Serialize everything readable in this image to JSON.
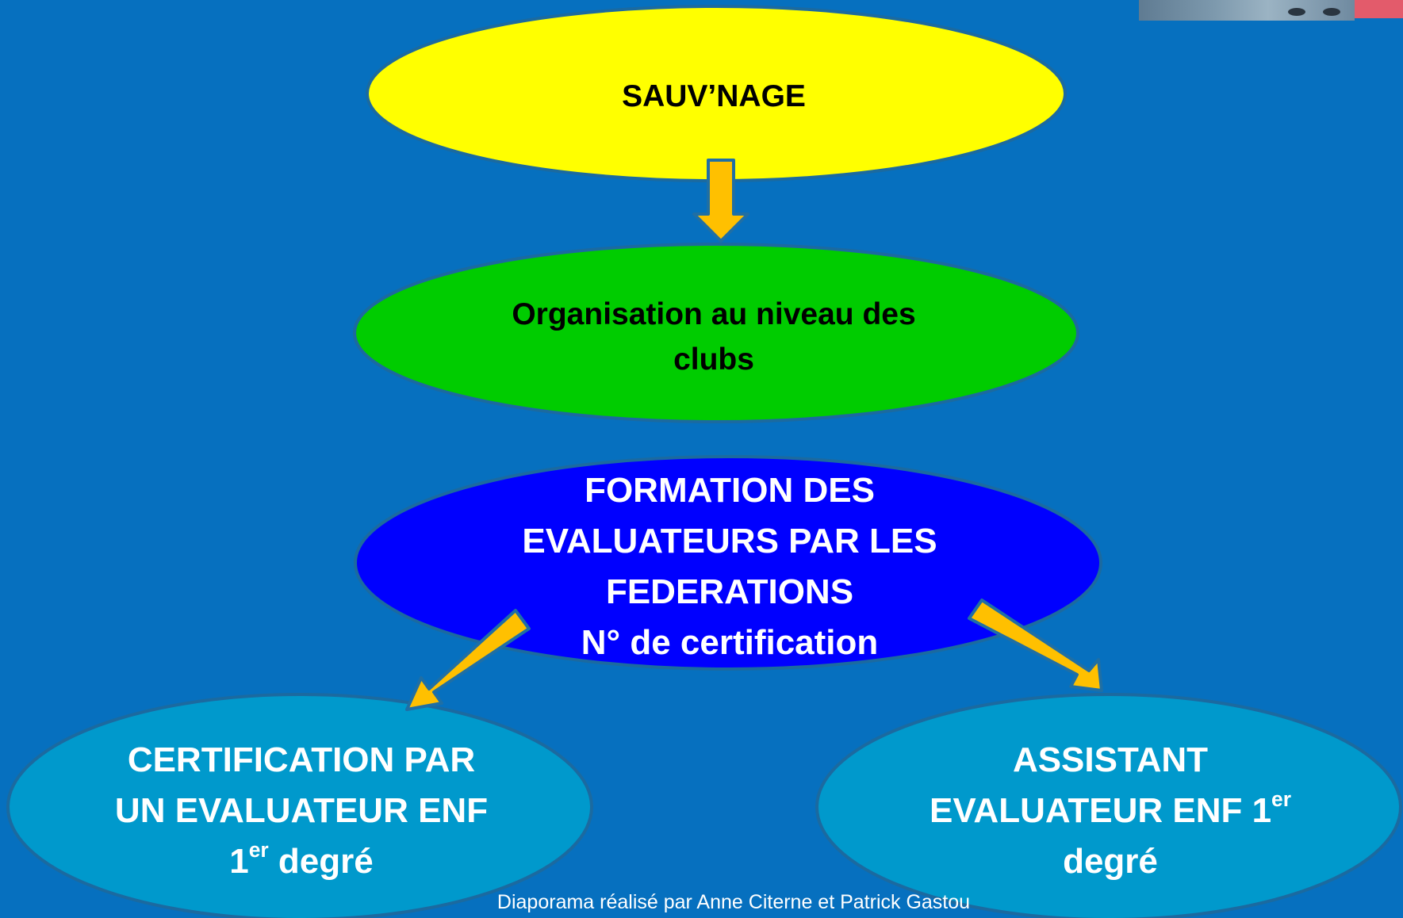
{
  "nodes": {
    "sauvnage": "SAUV’NAGE",
    "organisation": "Organisation au niveau des\nclubs",
    "formation": "FORMATION DES\nEVALUATEURS  PAR  LES\nFEDERATIONS\nN° de certification",
    "certification": {
      "line1": "CERTIFICATION PAR",
      "line2": "UN EVALUATEUR  ENF",
      "line3_pre": "1",
      "line3_sup": "er",
      "line3_post": " degré"
    },
    "assistant": {
      "line1": "ASSISTANT",
      "line2_pre": "EVALUATEUR  ENF  1",
      "line2_sup": "er",
      "line3": "degré"
    }
  },
  "footer": "Diaporama réalisé par Anne Citerne et Patrick Gastou",
  "colors": {
    "background": "#0670bf",
    "sauvnage_fill": "#ffff00",
    "organisation_fill": "#00cc00",
    "formation_fill": "#0000ff",
    "bottom_fill": "#0099cc",
    "arrow_fill": "#ffc000",
    "arrow_outline": "#1f6fa5",
    "corner_accent": "#e35b6b"
  },
  "icons": {
    "thumbnail": "swimming-photo-thumbnail",
    "corner": "red-corner-accent"
  }
}
